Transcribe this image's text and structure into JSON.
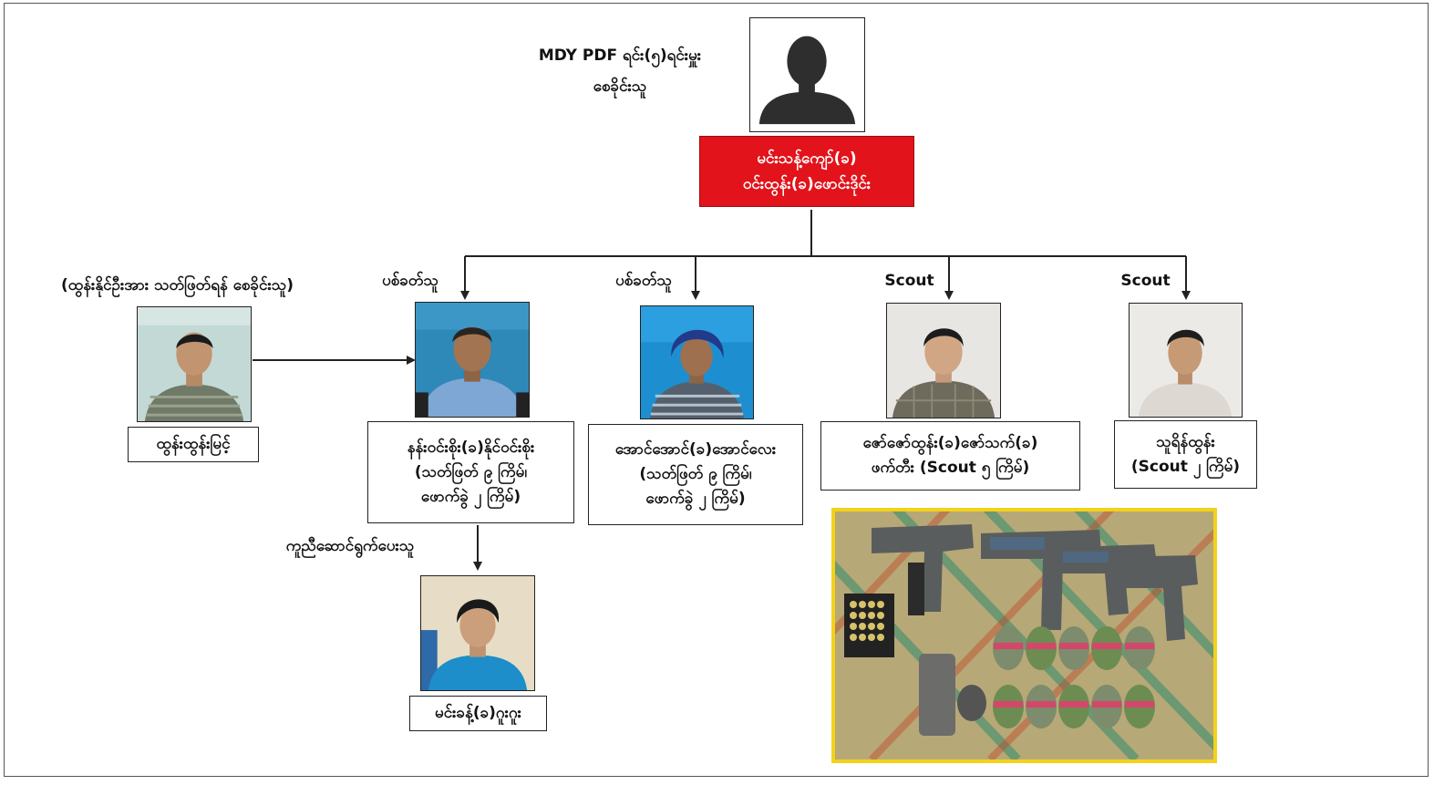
{
  "top": {
    "caption_lines": [
      "MDY PDF ရင်း(၅)ရင်းမှူး",
      "စေခိုင်းသူ"
    ],
    "name_lines": [
      "မင်းသန့်ကျော်(ခ)",
      "ဝင်းထွန်း(ခ)ဖောင်းဒိုင်း"
    ]
  },
  "ordering_caption": "(ထွန်းနိုင်ဦးအား သတ်ဖြတ်ရန် စေခိုင်းသူ)",
  "ordering_person": "ထွန်းထွန်းမြင့်",
  "attacker1": {
    "role": "ပစ်ခတ်သူ",
    "lines": [
      "နန်းဝင်းစိုး(ခ)နိုင်ဝင်းစိုး",
      "(သတ်ဖြတ် ၉ ကြိမ်၊",
      "ဖောက်ခွဲ ၂ ကြိမ်)"
    ]
  },
  "attacker2": {
    "role": "ပစ်ခတ်သူ",
    "lines": [
      "အောင်အောင်(ခ)အောင်လေး",
      "(သတ်ဖြတ် ၉ ကြိမ်၊",
      "ဖောက်ခွဲ ၂ ကြိမ်)"
    ]
  },
  "scout1": {
    "role": "Scout",
    "lines": [
      "ဇော်ဇော်ထွန်း(ခ)ဇော်သက်(ခ)",
      "ဖက်တီး (Scout ၅ ကြိမ်)"
    ]
  },
  "scout2": {
    "role": "Scout",
    "lines": [
      "သူရိန်ထွန်း",
      "(Scout ၂ ကြိမ်)"
    ]
  },
  "helper": {
    "role": "ကူညီဆောင်ရွက်ပေးသူ",
    "name": "မင်းခန့်(ခ)ဂူးဂူး"
  },
  "colors": {
    "accent_red": "#e2131b",
    "line": "#222222",
    "weapons_frame": "#f2d21a"
  },
  "icons": [
    "silhouette-placeholder-icon",
    "arrow-down-icon",
    "arrow-right-icon"
  ]
}
